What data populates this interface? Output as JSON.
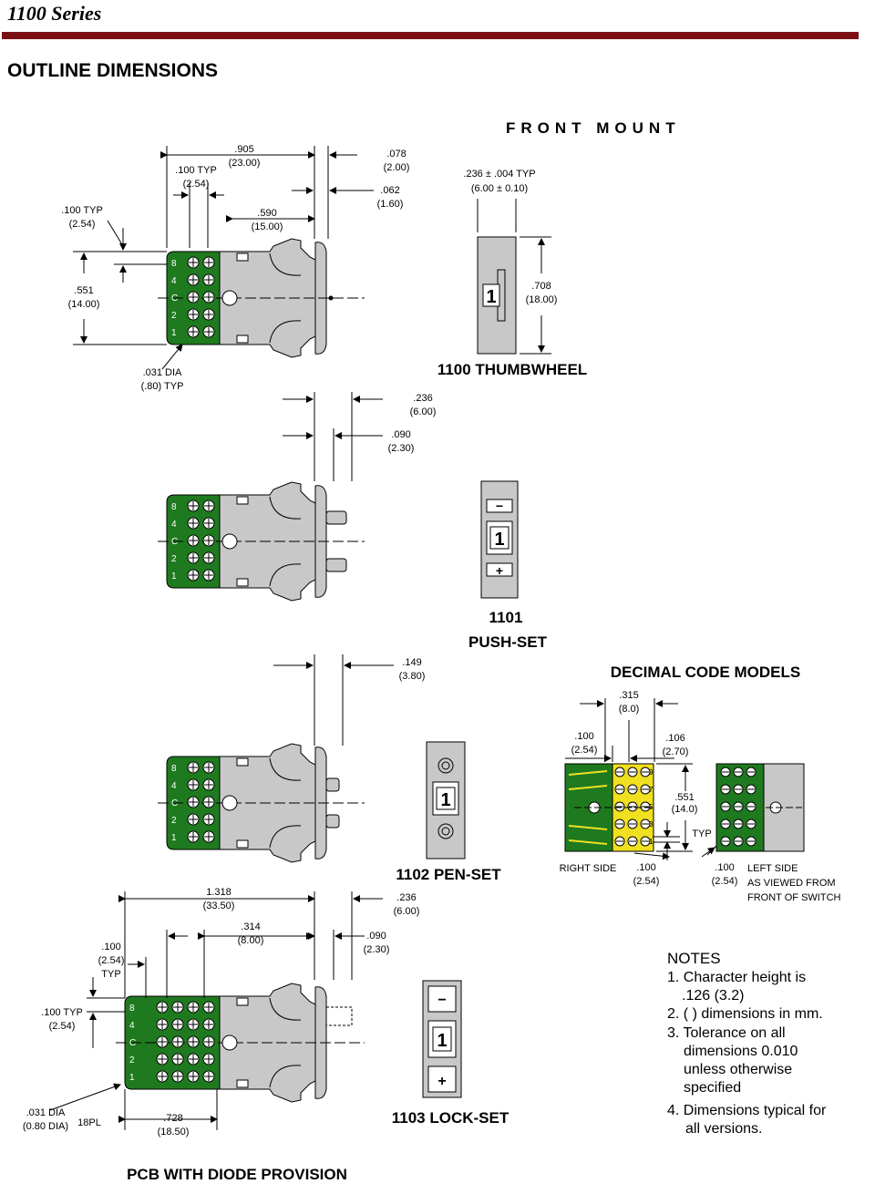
{
  "header": {
    "series_title": "1100 Series",
    "section_title": "OUTLINE DIMENSIONS",
    "brand_color": "#7a0f14"
  },
  "colors": {
    "pcb_green": "#1f7a1f",
    "body_gray": "#c8c8c8",
    "trace_yellow": "#f0e020"
  },
  "front_mount": {
    "title": "FRONT MOUNT"
  },
  "pin_labels": [
    "8",
    "4",
    "C",
    "2",
    "1"
  ],
  "thumbwheel": {
    "label": "1100 THUMBWHEEL",
    "digit": "1",
    "dims": {
      "d905": ".905",
      "d905_mm": "(23.00)",
      "d078": ".078",
      "d078_mm": "(2.00)",
      "d100typ": ".100 TYP",
      "d100typ_mm": "(2.54)",
      "d062": ".062",
      "d062_mm": "(1.60)",
      "d100typ_left": ".100 TYP",
      "d100typ_left_mm": "(2.54)",
      "d590": ".590",
      "d590_mm": "(15.00)",
      "d551": ".551",
      "d551_mm": "(14.00)",
      "d031": ".031 DIA",
      "d031_mm": "(.80) TYP",
      "d236": ".236 ± .004 TYP",
      "d236_mm": "(6.00 ± 0.10)",
      "d708": ".708",
      "d708_mm": "(18.00)"
    }
  },
  "pushset": {
    "label_num": "1101",
    "label_name": "PUSH-SET",
    "digit": "1",
    "minus": "−",
    "plus": "+",
    "d236": ".236",
    "d236_mm": "(6.00)",
    "d090": ".090",
    "d090_mm": "(2.30)"
  },
  "penset": {
    "label": "1102 PEN-SET",
    "digit": "1",
    "d149": ".149",
    "d149_mm": "(3.80)"
  },
  "lockset": {
    "label": "1103 LOCK-SET",
    "digit": "1",
    "minus": "−",
    "plus": "+",
    "d1318": "1.318",
    "d1318_mm": "(33.50)",
    "d100": ".100",
    "d100_mm": "(2.54)",
    "typ": "TYP",
    "d314": ".314",
    "d314_mm": "(8.00)",
    "d236": ".236",
    "d236_mm": "(6.00)",
    "d090": ".090",
    "d090_mm": "(2.30)",
    "d100typ": ".100 TYP",
    "d100typ_mm": "(2.54)",
    "d031": ".031 DIA",
    "d031_mm": "(0.80 DIA)",
    "pl": "18PL",
    "d728": ".728",
    "d728_mm": "(18.50)"
  },
  "pcb_title": "PCB WITH DIODE PROVISION",
  "decimal": {
    "title": "DECIMAL CODE MODELS",
    "d315": ".315",
    "d315_mm": "(8.0)",
    "d100": ".100",
    "d100_mm": "(2.54)",
    "d106": ".106",
    "d106_mm": "(2.70)",
    "d551": ".551",
    "d551_mm": "(14.0)",
    "typ": "TYP",
    "right_side": "RIGHT SIDE",
    "d100b": ".100",
    "d100b_mm": "(2.54)",
    "d100c": ".100",
    "d100c_mm": "(2.54)",
    "left_side_1": "LEFT SIDE",
    "left_side_2": "AS VIEWED FROM",
    "left_side_3": "FRONT OF SWITCH",
    "pin_numbers": [
      "9",
      "7",
      "5",
      "3",
      "1"
    ]
  },
  "notes": {
    "title": "NOTES",
    "lines": [
      "1. Character height is",
      ".126 (3.2)",
      "2. (  ) dimensions in mm.",
      "3. Tolerance on all",
      "dimensions 0.010",
      "unless otherwise",
      "specified",
      "4. Dimensions typical for",
      "all versions."
    ]
  }
}
